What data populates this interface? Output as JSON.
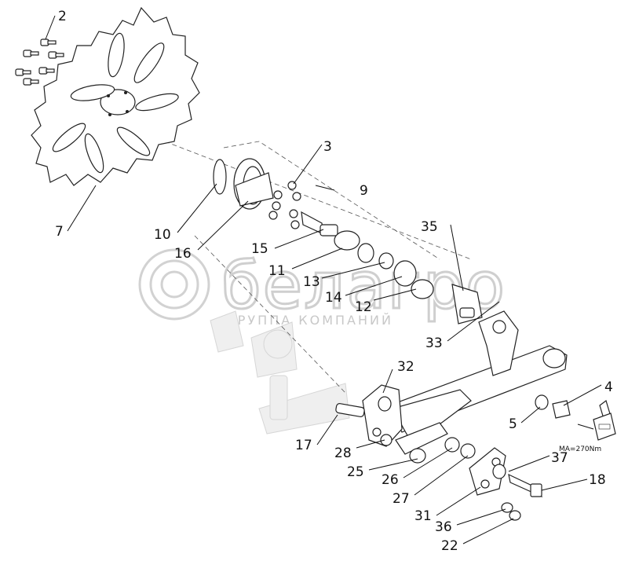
{
  "callouts": [
    {
      "id": "c2",
      "label": "2"
    },
    {
      "id": "c3",
      "label": "3"
    },
    {
      "id": "c9",
      "label": "9"
    },
    {
      "id": "c7",
      "label": "7"
    },
    {
      "id": "c10",
      "label": "10"
    },
    {
      "id": "c16",
      "label": "16"
    },
    {
      "id": "c15",
      "label": "15"
    },
    {
      "id": "c35",
      "label": "35"
    },
    {
      "id": "c11",
      "label": "11"
    },
    {
      "id": "c13",
      "label": "13"
    },
    {
      "id": "c14",
      "label": "14"
    },
    {
      "id": "c12",
      "label": "12"
    },
    {
      "id": "c33",
      "label": "33"
    },
    {
      "id": "c32",
      "label": "32"
    },
    {
      "id": "c4",
      "label": "4"
    },
    {
      "id": "c5",
      "label": "5"
    },
    {
      "id": "c17",
      "label": "17"
    },
    {
      "id": "c28",
      "label": "28"
    },
    {
      "id": "c37",
      "label": "37"
    },
    {
      "id": "c25",
      "label": "25"
    },
    {
      "id": "c18",
      "label": "18"
    },
    {
      "id": "c26",
      "label": "26"
    },
    {
      "id": "c27",
      "label": "27"
    },
    {
      "id": "c31",
      "label": "31"
    },
    {
      "id": "c36",
      "label": "36"
    },
    {
      "id": "c22",
      "label": "22"
    }
  ],
  "torque_note": "MA=270Nm",
  "watermark": {
    "brand": "белагро",
    "subtitle": "ГРУППА КОМПАНИЙ"
  },
  "colors": {
    "ink": "#222222",
    "watermark": "#cfcfcf",
    "background": "#ffffff"
  }
}
